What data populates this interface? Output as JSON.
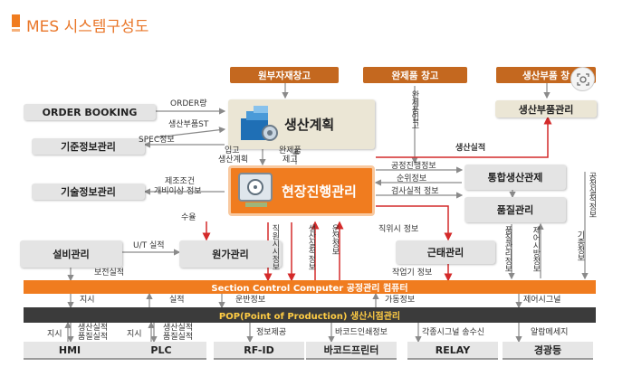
{
  "title": "MES 시스템구성도",
  "boxes": {
    "raw_warehouse": "원부자재창고",
    "finished_warehouse": "완제품 창고",
    "parts_warehouse": "생산부품 창",
    "order_booking": "ORDER BOOKING",
    "production_plan": "생산계획",
    "parts_mgmt": "생산부품관리",
    "base_info": "기준정보관리",
    "tech_info": "기술정보관리",
    "site_progress": "현장진행관리",
    "integrated_control": "통합생산관제",
    "quality_mgmt": "품질관리",
    "equipment_mgmt": "설비관리",
    "cost_mgmt": "원가관리",
    "attendance_mgmt": "근태관리"
  },
  "bars": {
    "scc": "Section Control Computer 공정관리 컴퓨터",
    "pop": "POP(Point of Production) 생산시점관리"
  },
  "devices": {
    "hmi": "HMI",
    "plc": "PLC",
    "rfid": "RF-ID",
    "barcode_printer": "바코드프린터",
    "relay": "RELAY",
    "alarm": "경광등"
  },
  "labels": {
    "order_qty": "ORDER량",
    "parts_st": "생산부품ST",
    "spec_info": "SPEC정보",
    "inbound_plan_1": "입고",
    "inbound_plan_2": "생산계획",
    "finished_goods_1": "완제품",
    "finished_goods_2": "제고",
    "finished_stock_v": "완제품입고",
    "production_result": "생산실적",
    "manufacture_cond_1": "제조조건",
    "manufacture_cond_2": "개비이상 정보",
    "process_progress": "공정진행정보",
    "sequence_info": "순위정보",
    "inspection_info": "검사실적 정보",
    "process_result_v": "공정실적정보",
    "budget": "수율",
    "ut_result": "U/T 실적",
    "worker_result_v": "직원시시정보",
    "production_perf_v": "생산실적정보",
    "operation_info_v": "운전정보",
    "job_info": "직위시 정보",
    "work_hours": "작업기 정보",
    "quality_result_v": "품질관리정보",
    "control_info_v": "제어시방정보",
    "general_info_v": "기종정보",
    "maintenance_result": "보전실적",
    "directive": "지시",
    "result": "실적",
    "transport_info": "운반정보",
    "operation_status": "가동정보",
    "control_signal": "제어시그널",
    "hmi_left": "지시",
    "hmi_right_1": "생산실적",
    "hmi_right_2": "품질실적",
    "plc_left": "지시",
    "plc_right_1": "생산실적",
    "plc_right_2": "품질실적",
    "rfid_info": "정보제공",
    "barcode_info": "바코드인쇄정보",
    "relay_info": "각종시그널 송수신",
    "alarm_info": "알람메세지"
  },
  "colors": {
    "orange": "#f07c1f",
    "dark_orange_box": "#c4681f",
    "arrow_red": "#d42a2a",
    "arrow_gray": "#8a8a8a",
    "pop_bar": "#3b3b3b"
  }
}
